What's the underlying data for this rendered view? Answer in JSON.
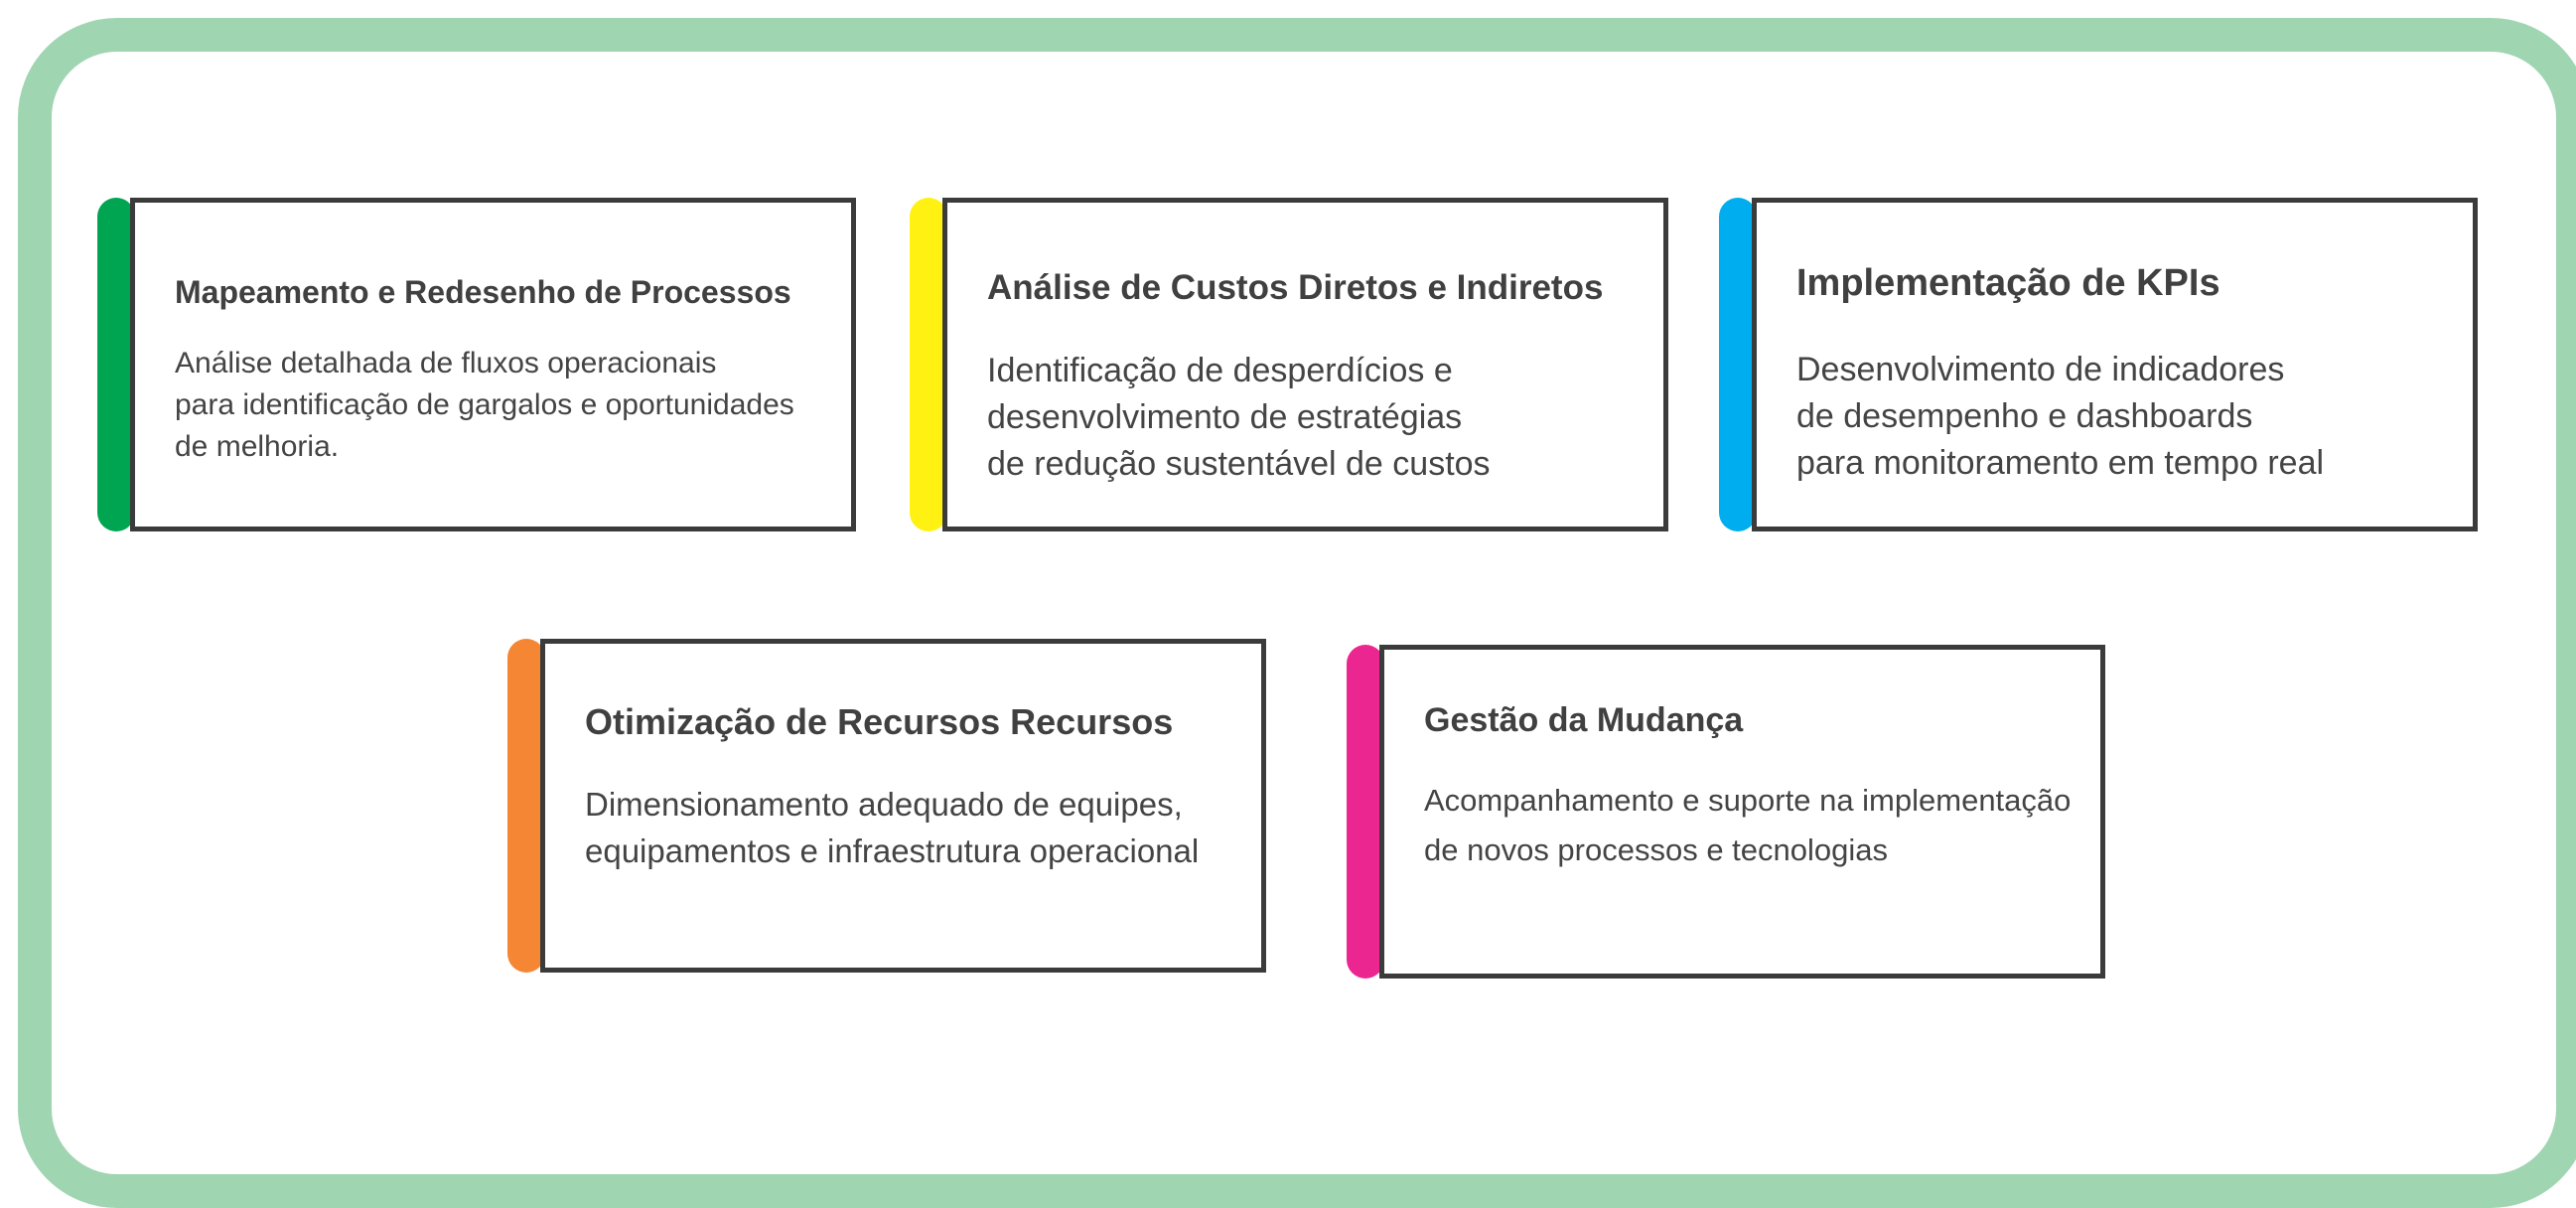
{
  "colors": {
    "frame_border": "#9fd5b1",
    "card_border": "#3b3b3b",
    "accent_green": "#00a551",
    "accent_yellow": "#fff212",
    "accent_blue": "#00aeef",
    "accent_orange": "#f58634",
    "accent_pink": "#ec2690"
  },
  "cards": [
    {
      "title": "Mapeamento e Redesenho de Processos",
      "description": "Análise detalhada de fluxos operacionais\npara identificação de gargalos e oportunidades\nde melhoria."
    },
    {
      "title": "Análise de Custos Diretos e Indiretos",
      "description": "Identificação de desperdícios e\ndesenvolvimento de estratégias\nde redução sustentável de custos"
    },
    {
      "title": "Implementação de KPIs",
      "description": "Desenvolvimento de indicadores\nde desempenho e dashboards\npara monitoramento em tempo real"
    },
    {
      "title": "Otimização de Recursos Recursos",
      "description": "Dimensionamento adequado de equipes,\nequipamentos e infraestrutura operacional"
    },
    {
      "title": "Gestão da Mudança",
      "description": "Acompanhamento e suporte na implementação\nde novos processos e tecnologias"
    }
  ]
}
